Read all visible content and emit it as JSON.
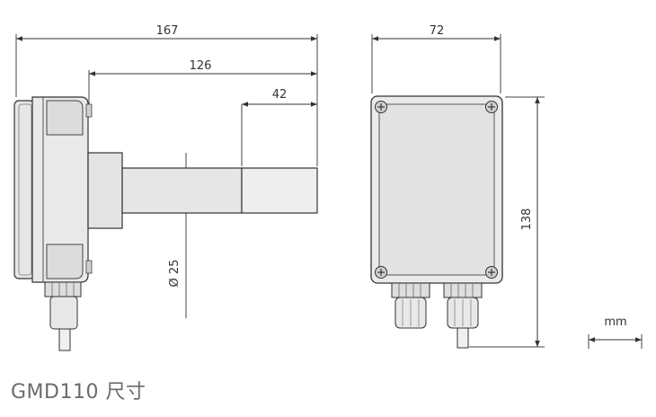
{
  "dimensions": {
    "overall_length": "167",
    "probe_length": "126",
    "probe_tip": "42",
    "probe_diameter": "Ø 25",
    "housing_width": "72",
    "housing_height": "138"
  },
  "unit": "mm",
  "caption": "GMD110 尺寸"
}
